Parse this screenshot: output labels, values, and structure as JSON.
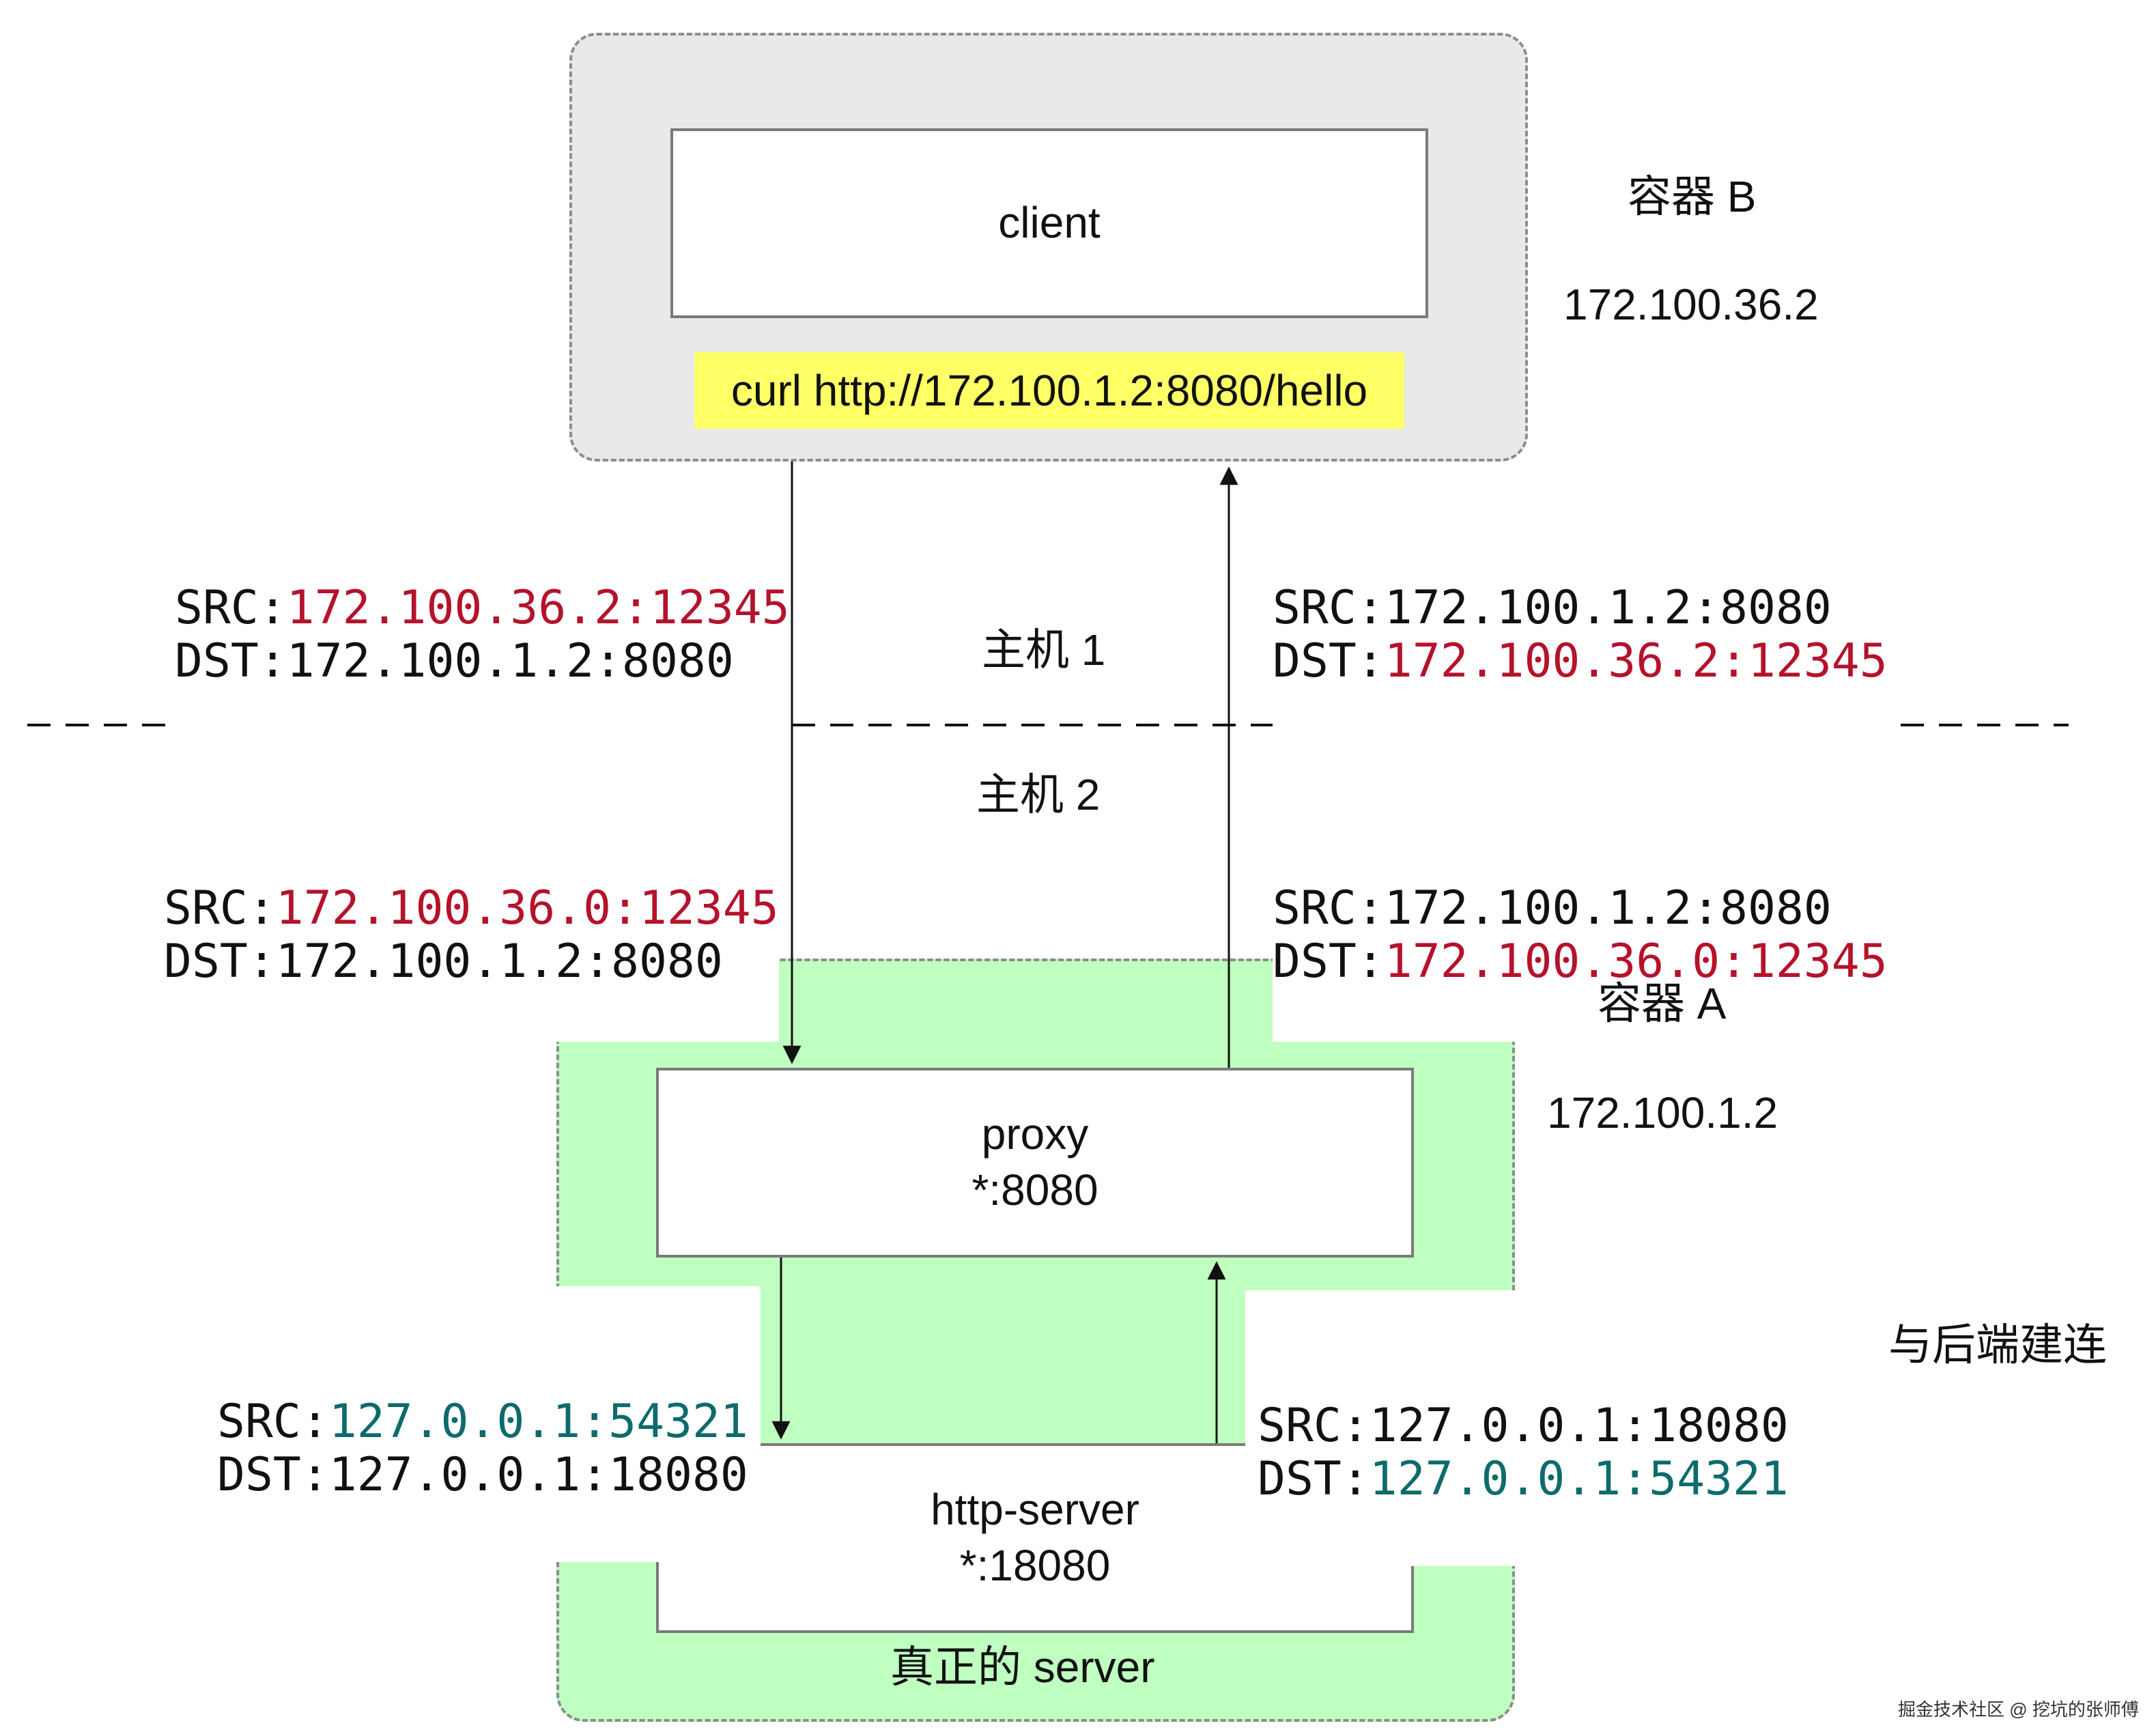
{
  "colors": {
    "highlight_red": "#b5122b",
    "highlight_teal": "#0d6b6b",
    "container_b_fill": "#e9e9e9",
    "container_a_fill": "#bfffbf",
    "command_highlight": "#ffff66"
  },
  "container_b": {
    "title": "容器 B",
    "ip": "172.100.36.2",
    "client_label": "client",
    "command": "curl http://172.100.1.2:8080/hello"
  },
  "hosts": {
    "host1": "主机 1",
    "host2": "主机 2"
  },
  "container_a": {
    "title": "容器 A",
    "ip": "172.100.1.2",
    "proxy_name": "proxy",
    "proxy_port": "*:8080",
    "server_name": "http-server",
    "server_port": "*:18080",
    "real_server_label": "真正的 server",
    "backend_note": "与后端建连"
  },
  "packets": {
    "host1_request": {
      "src_label": "SRC:",
      "src": "172.100.36.2:12345",
      "dst_label": "DST:",
      "dst": "172.100.1.2:8080"
    },
    "host1_response": {
      "src_label": "SRC:",
      "src": "172.100.1.2:8080",
      "dst_label": "DST:",
      "dst": "172.100.36.2:12345"
    },
    "host2_request": {
      "src_label": "SRC:",
      "src": "172.100.36.0:12345",
      "dst_label": "DST:",
      "dst": "172.100.1.2:8080"
    },
    "host2_response": {
      "src_label": "SRC:",
      "src": "172.100.1.2:8080",
      "dst_label": "DST:",
      "dst": "172.100.36.0:12345"
    },
    "internal_request": {
      "src_label": "SRC:",
      "src": "127.0.0.1:54321",
      "dst_label": "DST:",
      "dst": "127.0.0.1:18080"
    },
    "internal_response": {
      "src_label": "SRC:",
      "src": "127.0.0.1:18080",
      "dst_label": "DST:",
      "dst": "127.0.0.1:54321"
    }
  },
  "watermark": "掘金技术社区 @ 挖坑的张师傅"
}
